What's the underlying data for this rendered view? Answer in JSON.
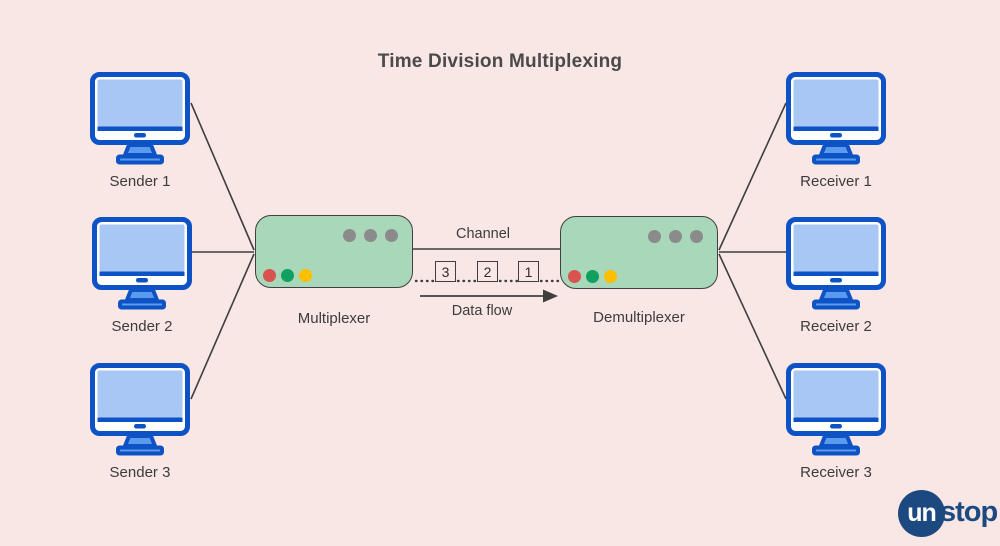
{
  "title": "Time Division Multiplexing",
  "senders": [
    {
      "label": "Sender 1"
    },
    {
      "label": "Sender 2"
    },
    {
      "label": "Sender 3"
    }
  ],
  "receivers": [
    {
      "label": "Receiver 1"
    },
    {
      "label": "Receiver 2"
    },
    {
      "label": "Receiver 3"
    }
  ],
  "multiplexer": {
    "label": "Multiplexer"
  },
  "demultiplexer": {
    "label": "Demultiplexer"
  },
  "channel": {
    "label": "Channel",
    "slots": [
      "3",
      "2",
      "1"
    ],
    "data_flow_label": "Data flow"
  },
  "logo": {
    "prefix": "un",
    "suffix": "stop"
  },
  "colors": {
    "background": "#F8E7E5",
    "monitor_border": "#0D53C6",
    "monitor_screen": "#A9C7F4",
    "monitor_stand": "#5B9BEE",
    "box_fill": "#A8D7BA",
    "box_border": "#404040",
    "dot_gray": "#8B8B8B",
    "dot_red": "#D9534F",
    "dot_green": "#12A060",
    "dot_yellow": "#FFBE00",
    "line": "#3F3F3F",
    "label_text": "#3C3C3C",
    "title_text": "#4A4A4A",
    "logo_navy": "#1C4980"
  }
}
